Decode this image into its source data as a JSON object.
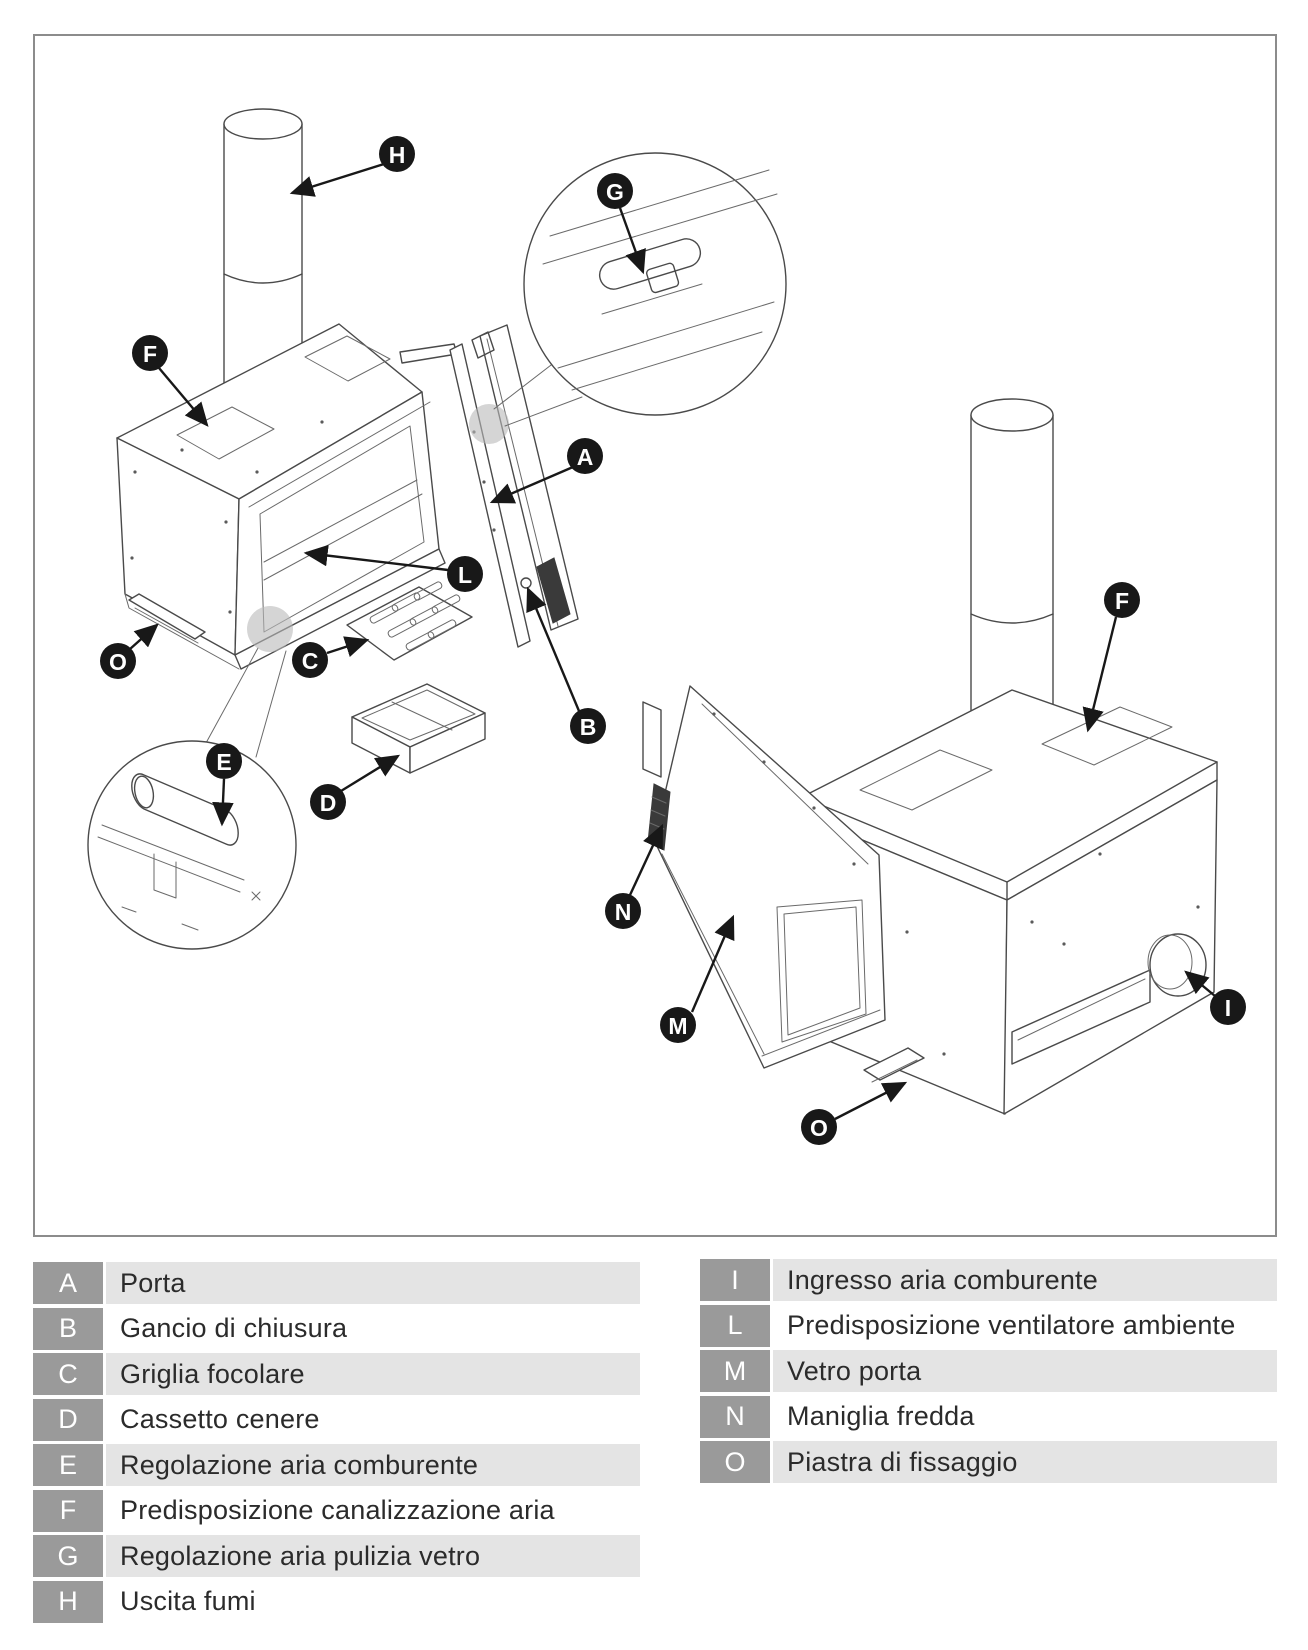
{
  "legend_left": {
    "rows": [
      {
        "letter": "A",
        "label": "Porta"
      },
      {
        "letter": "B",
        "label": "Gancio di chiusura"
      },
      {
        "letter": "C",
        "label": "Griglia focolare"
      },
      {
        "letter": "D",
        "label": "Cassetto cenere"
      },
      {
        "letter": "E",
        "label": "Regolazione aria comburente"
      },
      {
        "letter": "F",
        "label": "Predisposizione canalizzazione aria"
      },
      {
        "letter": "G",
        "label": "Regolazione aria pulizia vetro"
      },
      {
        "letter": "H",
        "label": "Uscita fumi"
      }
    ]
  },
  "legend_right": {
    "rows": [
      {
        "letter": "I",
        "label": "Ingresso aria comburente"
      },
      {
        "letter": "L",
        "label": "Predisposizione ventilatore ambiente"
      },
      {
        "letter": "M",
        "label": "Vetro porta"
      },
      {
        "letter": "N",
        "label": "Maniglia fredda"
      },
      {
        "letter": "O",
        "label": "Piastra di fissaggio"
      }
    ]
  },
  "diagram": {
    "callouts": [
      {
        "letter": "H"
      },
      {
        "letter": "G"
      },
      {
        "letter": "F"
      },
      {
        "letter": "A"
      },
      {
        "letter": "L"
      },
      {
        "letter": "O"
      },
      {
        "letter": "C"
      },
      {
        "letter": "B"
      },
      {
        "letter": "E"
      },
      {
        "letter": "D"
      },
      {
        "letter": "F"
      },
      {
        "letter": "N"
      },
      {
        "letter": "M"
      },
      {
        "letter": "I"
      },
      {
        "letter": "O"
      }
    ]
  },
  "colors": {
    "callout_bg": "#181818",
    "callout_text": "#ffffff",
    "legend_key_bg": "#9a9a9a",
    "legend_alt_row_bg": "#e4e4e4",
    "legend_text": "#2b2b2b",
    "frame_border": "#8c8c8c",
    "drawing_line": "#4a4a4a"
  }
}
